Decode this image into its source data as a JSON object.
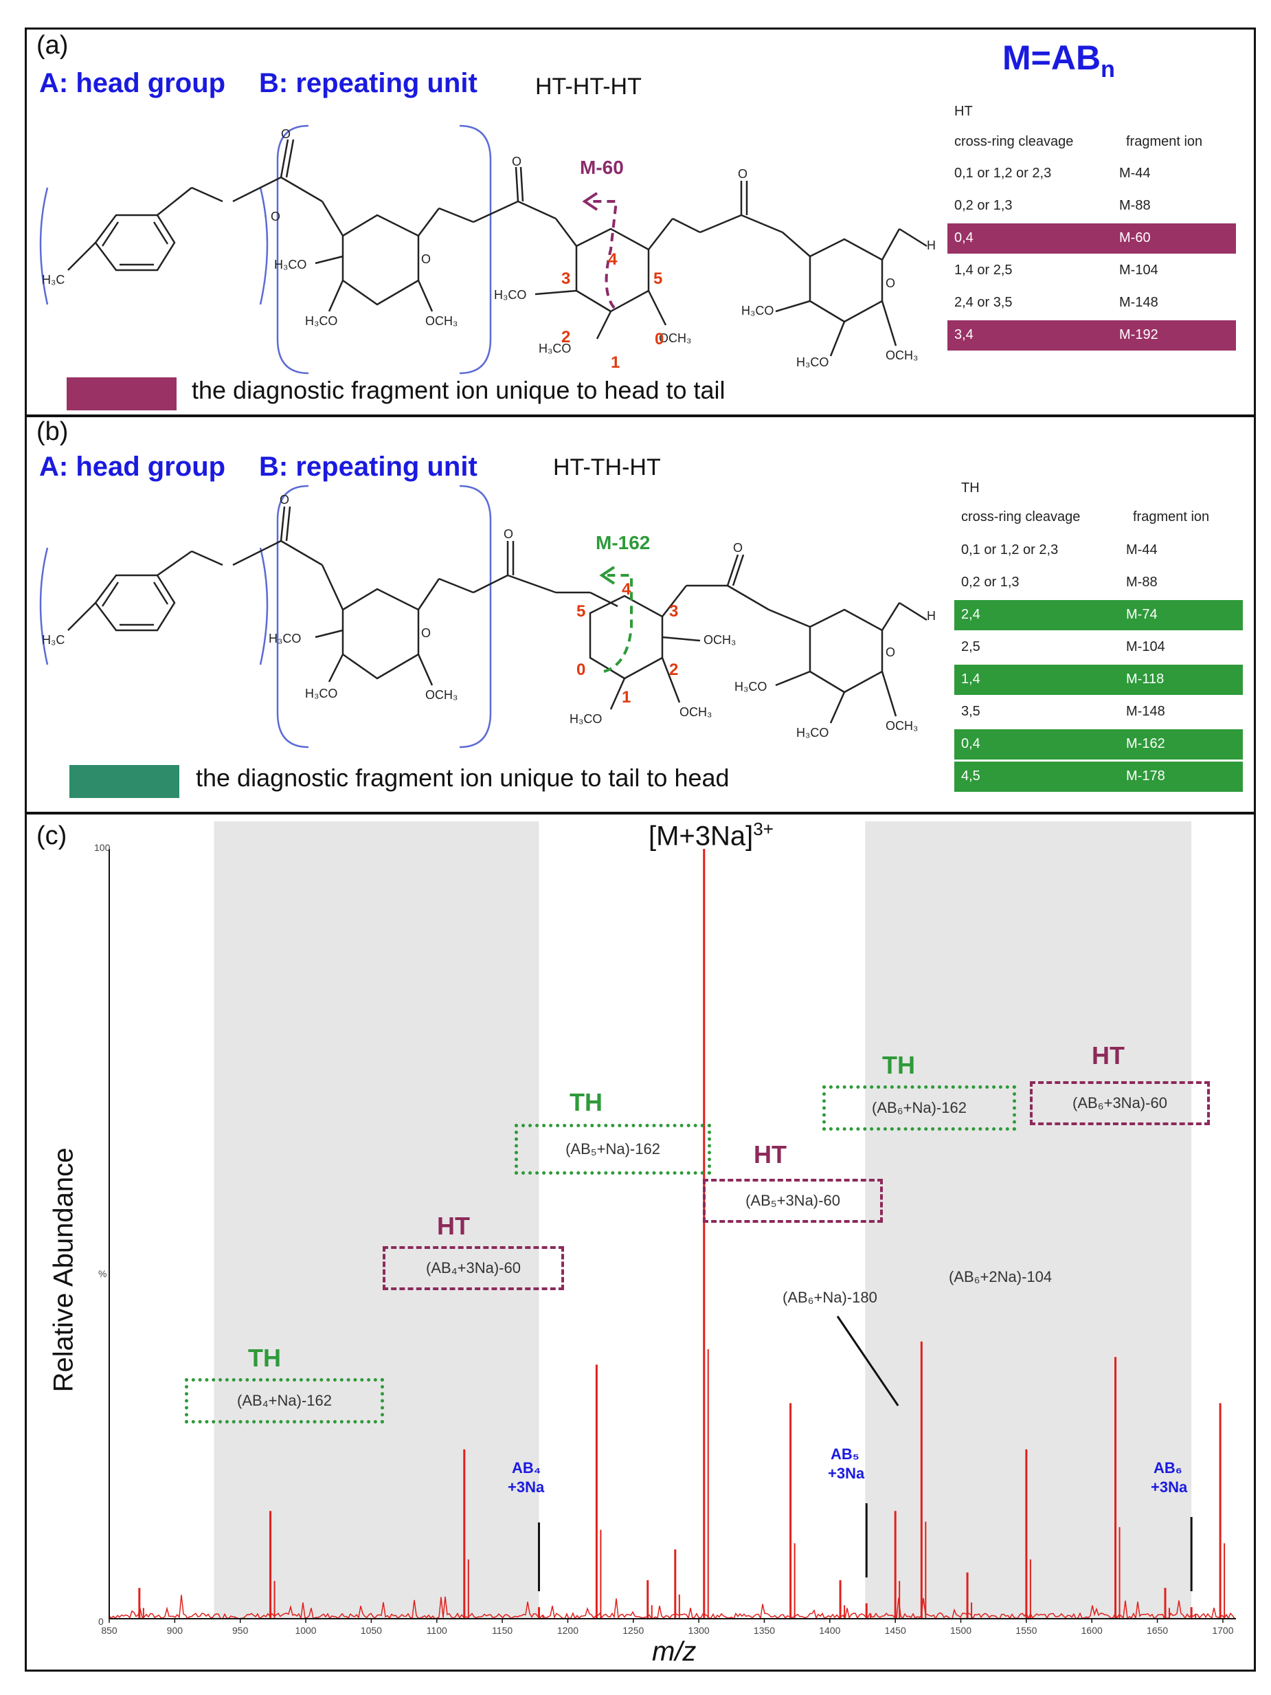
{
  "panel_a": {
    "label": "(a)",
    "formula": "M=AB",
    "formula_sub": "n",
    "head_title": "A: head group",
    "repeat_title": "B: repeating unit",
    "linkage": "HT-HT-HT",
    "arrow_label": "M-60",
    "table_title": "HT",
    "table_headers": [
      "cross-ring cleavage",
      "fragment ion"
    ],
    "rows": [
      {
        "cleavage": "0,1 or 1,2 or 2,3",
        "ion": "M-44",
        "highlight": false
      },
      {
        "cleavage": "0,2 or 1,3",
        "ion": "M-88",
        "highlight": false
      },
      {
        "cleavage": "0,4",
        "ion": "M-60",
        "highlight": true
      },
      {
        "cleavage": "1,4 or 2,5",
        "ion": "M-104",
        "highlight": false
      },
      {
        "cleavage": "2,4 or 3,5",
        "ion": "M-148",
        "highlight": false
      },
      {
        "cleavage": "3,4",
        "ion": "M-192",
        "highlight": true
      }
    ],
    "legend_text": "the diagnostic fragment ion unique to head to tail",
    "legend_color": "#9a3266",
    "ring_numbers": [
      "3",
      "4",
      "5",
      "2",
      "1",
      "0"
    ],
    "chem_labels": {
      "h3c": "H₃C",
      "h3co": "H₃CO",
      "och3": "OCH₃",
      "o": "O",
      "h": "H"
    }
  },
  "panel_b": {
    "label": "(b)",
    "head_title": "A: head group",
    "repeat_title": "B: repeating unit",
    "linkage": "HT-TH-HT",
    "arrow_label": "M-162",
    "table_title": "TH",
    "table_headers": [
      "cross-ring cleavage",
      "fragment ion"
    ],
    "rows": [
      {
        "cleavage": "0,1 or 1,2 or 2,3",
        "ion": "M-44",
        "highlight": false
      },
      {
        "cleavage": "0,2 or 1,3",
        "ion": "M-88",
        "highlight": false
      },
      {
        "cleavage": "2,4",
        "ion": "M-74",
        "highlight": true
      },
      {
        "cleavage": "2,5",
        "ion": "M-104",
        "highlight": false
      },
      {
        "cleavage": "1,4",
        "ion": "M-118",
        "highlight": true
      },
      {
        "cleavage": "3,5",
        "ion": "M-148",
        "highlight": false
      },
      {
        "cleavage": "0,4",
        "ion": "M-162",
        "highlight": true
      },
      {
        "cleavage": "4,5",
        "ion": "M-178",
        "highlight": true
      }
    ],
    "legend_text": "the diagnostic fragment ion unique to tail to head",
    "legend_color": "#2e8c6a",
    "ring_numbers": [
      "5",
      "4",
      "3",
      "0",
      "2",
      "1"
    ],
    "chem_labels": {
      "h3c": "H₃C",
      "h3co": "H₃CO",
      "och3": "OCH₃",
      "o": "O",
      "h": "H"
    }
  },
  "panel_c": {
    "label": "(c)",
    "top_peak_label": "[M+3Na]",
    "top_peak_sup": "3+",
    "y_axis_label": "Relative Abundance",
    "y_ticks": [
      "100",
      "%",
      "0"
    ],
    "x_axis_label": "m/z",
    "annotations": [
      {
        "kind": "TH",
        "label": "(AB₄+Na)-162"
      },
      {
        "kind": "HT",
        "label": "(AB₄+3Na)-60"
      },
      {
        "kind": "TH",
        "label": "(AB₅+Na)-162"
      },
      {
        "kind": "HT",
        "label": "(AB₅+3Na)-60"
      },
      {
        "kind": "TH",
        "label": "(AB₆+Na)-162"
      },
      {
        "kind": "HT",
        "label": "(AB₆+3Na)-60"
      }
    ],
    "plain_labels": [
      "(AB₆+Na)-180",
      "(AB₆+2Na)-104"
    ],
    "blue_labels": [
      {
        "line1": "AB₄",
        "line2": "+3Na"
      },
      {
        "line1": "AB₅",
        "line2": "+3Na"
      },
      {
        "line1": "AB₆",
        "line2": "+3Na"
      }
    ],
    "colors": {
      "spectrum": "#e0201c",
      "th": "#2e9a3a",
      "ht": "#8c2a5a",
      "blue": "#1a1adf",
      "shade": "#e6e6e6"
    }
  },
  "chart_data": {
    "type": "line",
    "title": "",
    "xlabel": "m/z",
    "ylabel": "Relative Abundance",
    "xlim": [
      850,
      1710
    ],
    "ylim": [
      0,
      100
    ],
    "x_ticks": [
      850,
      900,
      950,
      1000,
      1050,
      1100,
      1150,
      1200,
      1250,
      1300,
      1350,
      1400,
      1450,
      1500,
      1550,
      1600,
      1650,
      1700
    ],
    "shaded_ranges": [
      [
        930,
        1178
      ],
      [
        1427,
        1676
      ]
    ],
    "peaks": [
      {
        "mz": 873,
        "intensity": 4
      },
      {
        "mz": 973,
        "intensity": 14
      },
      {
        "mz": 1121,
        "intensity": 22
      },
      {
        "mz": 1178,
        "intensity": 1.5
      },
      {
        "mz": 1222,
        "intensity": 33
      },
      {
        "mz": 1261,
        "intensity": 5
      },
      {
        "mz": 1282,
        "intensity": 9
      },
      {
        "mz": 1304,
        "intensity": 100
      },
      {
        "mz": 1370,
        "intensity": 28
      },
      {
        "mz": 1408,
        "intensity": 5
      },
      {
        "mz": 1428,
        "intensity": 2
      },
      {
        "mz": 1450,
        "intensity": 14
      },
      {
        "mz": 1470,
        "intensity": 36
      },
      {
        "mz": 1505,
        "intensity": 6
      },
      {
        "mz": 1550,
        "intensity": 22
      },
      {
        "mz": 1618,
        "intensity": 34
      },
      {
        "mz": 1656,
        "intensity": 4
      },
      {
        "mz": 1676,
        "intensity": 1.5
      },
      {
        "mz": 1698,
        "intensity": 28
      }
    ]
  }
}
